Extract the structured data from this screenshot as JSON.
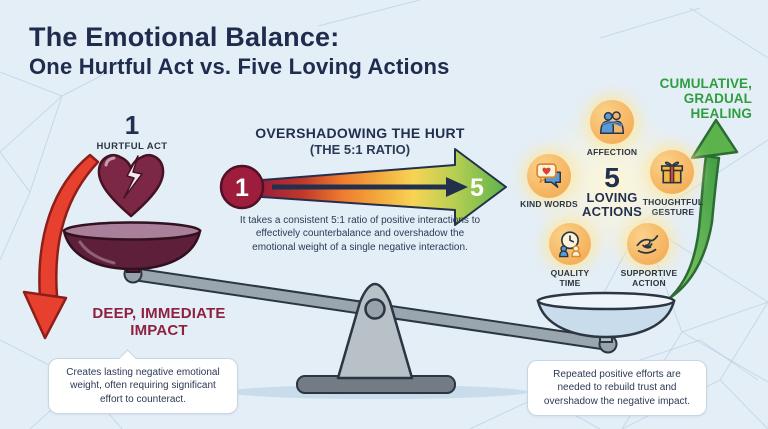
{
  "colors": {
    "background": "#e4eef7",
    "navy": "#22304f",
    "maroon_text": "#8e2040",
    "heart_fill": "#7b2745",
    "red_arrow": "#e8402f",
    "green_text": "#2f9e3f",
    "green_arrow": "#5cb34c",
    "orange_circle": "#f2a44a",
    "gradient_stops": [
      "#9e1c3c",
      "#ef7c2f",
      "#f7d355",
      "#5cb34c"
    ],
    "beam_gray": "#9aa6ae",
    "hurt_pan": "#5e1f3b",
    "love_pan": "#c9dcEB"
  },
  "title": {
    "line1": "The Emotional Balance:",
    "line2": "One Hurtful Act vs. Five Loving Actions"
  },
  "hurtful_act": {
    "count": "1",
    "label": "HURTFUL ACT",
    "impact_heading": "DEEP, IMMEDIATE IMPACT",
    "note": "Creates lasting negative emotional weight, often requiring significant effort to counteract."
  },
  "ratio_arrow": {
    "heading": "OVERSHADOWING THE HURT",
    "subheading": "(THE 5:1 RATIO)",
    "start_value": "1",
    "end_value": "5",
    "description": "It takes a consistent 5:1 ratio of positive interactions to effectively counterbalance and overshadow the emotional weight of a single negative interaction."
  },
  "loving_actions": {
    "count": "5",
    "label": "LOVING ACTIONS",
    "healing_heading": "CUMULATIVE, GRADUAL HEALING",
    "items": [
      {
        "id": "affection",
        "label": "AFFECTION",
        "icon": "hug-icon"
      },
      {
        "id": "kind-words",
        "label": "KIND WORDS",
        "icon": "speech-bubbles-heart-icon"
      },
      {
        "id": "thoughtful-gesture",
        "label": "THOUGHTFUL GESTURE",
        "icon": "gift-icon"
      },
      {
        "id": "quality-time",
        "label": "QUALITY TIME",
        "icon": "clock-people-icon"
      },
      {
        "id": "supportive-action",
        "label": "SUPPORTIVE ACTION",
        "icon": "helping-hands-icon"
      }
    ],
    "note": "Repeated positive efforts are needed to rebuild trust and overshadow the negative impact."
  }
}
